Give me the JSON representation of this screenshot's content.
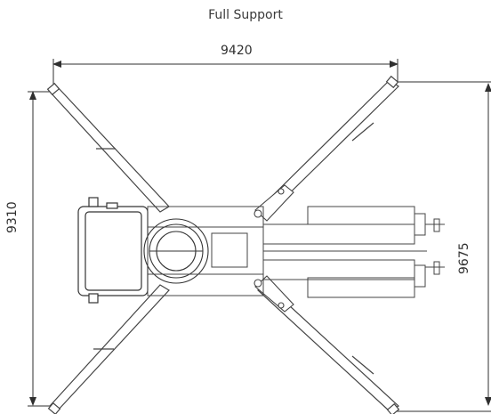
{
  "diagram": {
    "title": "Full Support",
    "dimensions": {
      "width": "9420",
      "height_left": "9310",
      "height_right": "9675"
    }
  }
}
